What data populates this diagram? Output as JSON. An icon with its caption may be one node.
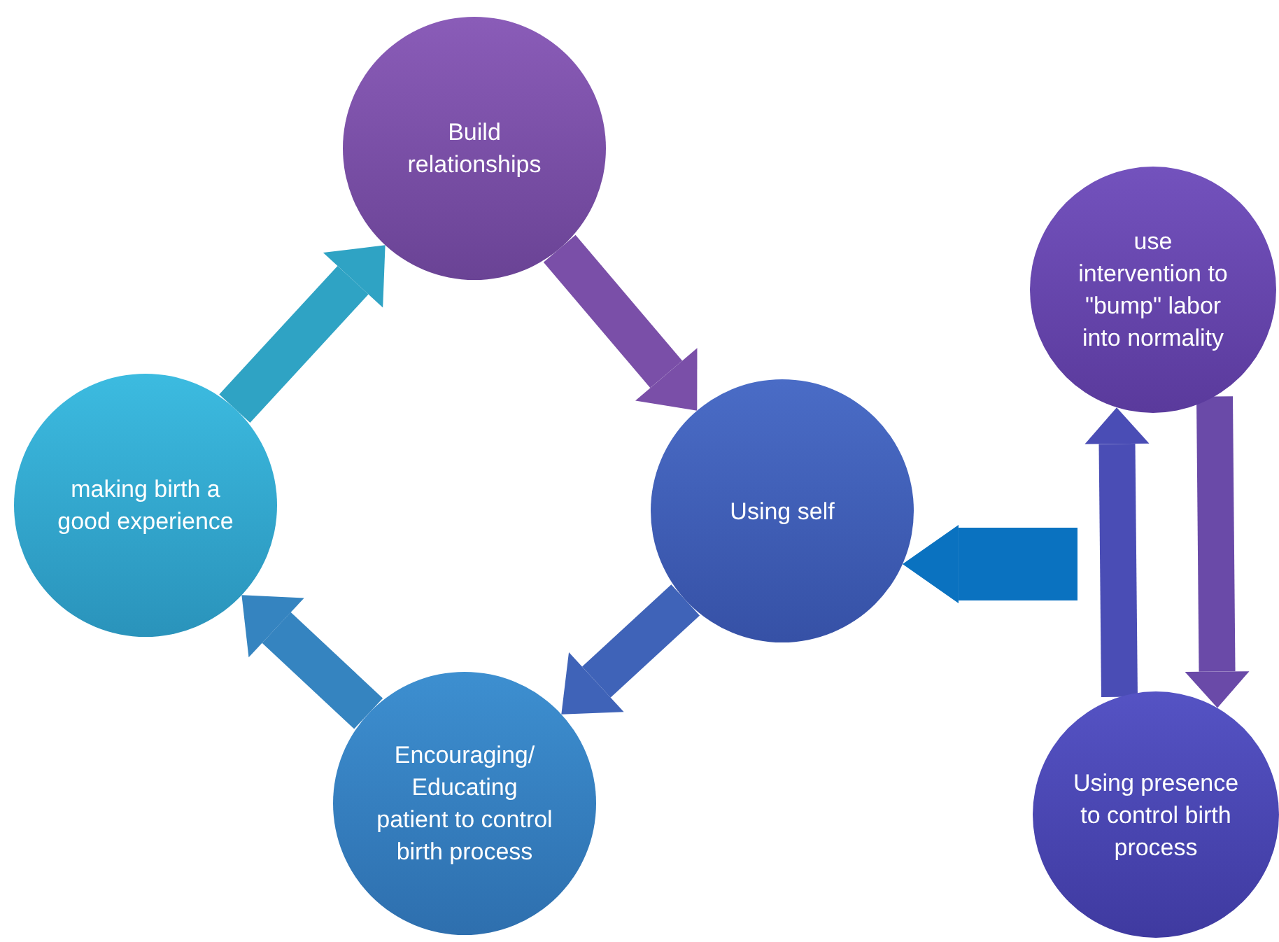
{
  "diagram": {
    "nodes": [
      {
        "text": [
          "Build relationships"
        ]
      },
      {
        "text": [
          "Using self"
        ]
      },
      {
        "text": [
          "Encouraging/ Educating patient to control birth process"
        ]
      },
      {
        "text": [
          "making birth a good experience"
        ]
      },
      {
        "text": [
          "use intervention to \"bump\" labor into normality"
        ]
      },
      {
        "text": [
          "Using presence  to control birth process"
        ]
      }
    ],
    "edges": [
      {
        "from": 3,
        "to": 0,
        "arrow": "to",
        "color": "#2fa3c4"
      },
      {
        "from": 0,
        "to": 1,
        "arrow": "to",
        "color": "#7a4fa8"
      },
      {
        "from": 1,
        "to": 2,
        "arrow": "to",
        "color": "#3f63b8"
      },
      {
        "from": 2,
        "to": 3,
        "arrow": "to",
        "color": "#3584c0"
      },
      {
        "from": null,
        "to": 1,
        "arrow": "to",
        "color": "#0a72c0"
      },
      {
        "from": 5,
        "to": 4,
        "arrow": "to",
        "color": "#4a4db5"
      },
      {
        "from": 4,
        "to": 5,
        "arrow": "to",
        "color": "#6a4aa8"
      }
    ]
  }
}
